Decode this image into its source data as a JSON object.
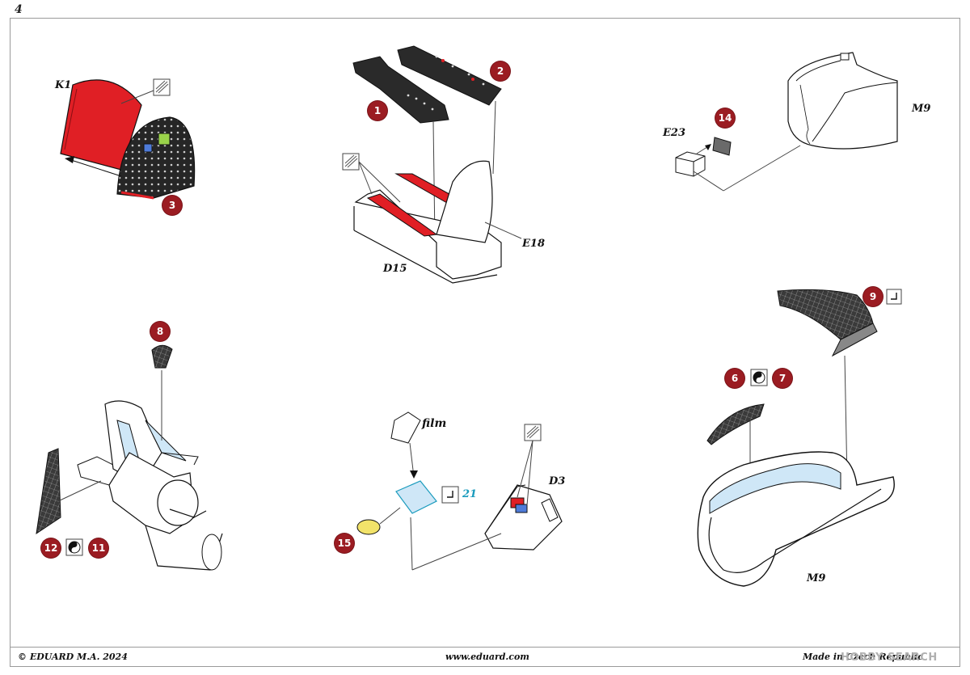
{
  "page": {
    "number": "4"
  },
  "footer": {
    "copyright": "© EDUARD  M.A. 2024",
    "website": "www.eduard.com",
    "origin": "Made in Czech Republic",
    "watermark": "HOBBY SEARCH"
  },
  "parts": {
    "k1": "K1",
    "d15": "D15",
    "e18": "E18",
    "e23": "E23",
    "m9_top": "M9",
    "m9_bottom": "M9",
    "d3": "D3",
    "film": "film",
    "step21": "21"
  },
  "callouts": {
    "b1": "1",
    "b2": "2",
    "b3": "3",
    "b6": "6",
    "b7": "7",
    "b8": "8",
    "b9": "9",
    "b11": "11",
    "b12": "12",
    "b14": "14",
    "b15": "15"
  },
  "colors": {
    "badge": "#9b1c22",
    "panel_red": "#e01f25",
    "instrument_black": "#222222",
    "glass_blue": "#cfe7f7",
    "lens_yellow": "#f2e36a",
    "accent_cyan": "#1a9bbd"
  },
  "icons": {
    "photo_etch": "photo-etch-icon",
    "bend": "bend-icon",
    "yin_yang": "yin-yang-icon"
  }
}
